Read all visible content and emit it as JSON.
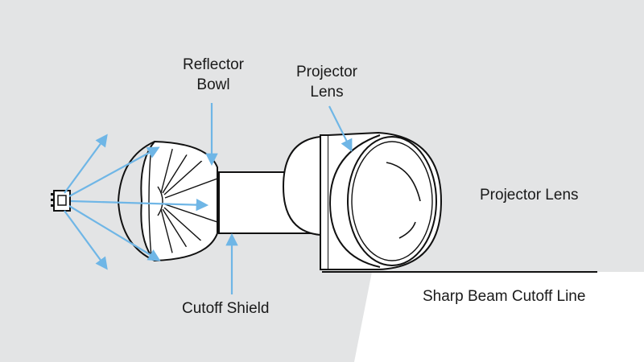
{
  "labels": {
    "reflector_bowl_line1": "Reflector",
    "reflector_bowl_line2": "Bowl",
    "projector_lens_top_line1": "Projector",
    "projector_lens_top_line2": "Lens",
    "projector_lens_right": "Projector Lens",
    "cutoff_shield": "Cutoff Shield",
    "beam_cutoff_line": "Sharp Beam Cutoff Line"
  },
  "colors": {
    "background": "#e3e4e5",
    "stroke": "#111111",
    "arrow": "#6fb6e6",
    "beam": "#ffffff"
  }
}
